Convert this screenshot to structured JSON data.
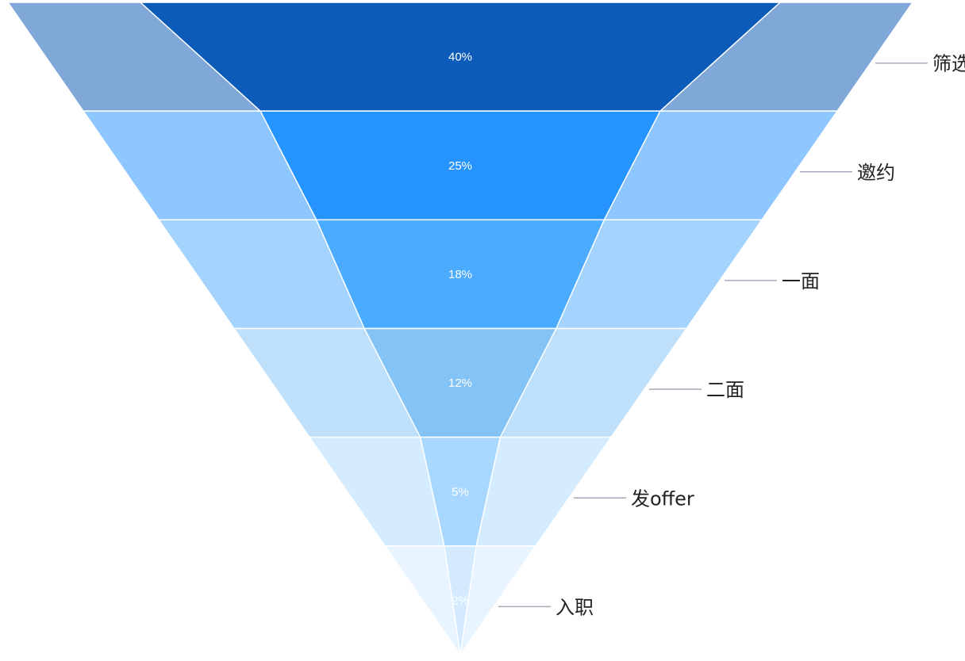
{
  "chart_data": {
    "type": "funnel",
    "categories": [
      "筛选",
      "邀约",
      "一面",
      "二面",
      "发offer",
      "入职"
    ],
    "values": [
      40,
      25,
      18,
      12,
      5,
      2
    ],
    "labels": [
      "40%",
      "25%",
      "18%",
      "12%",
      "5%",
      "2%"
    ],
    "colors": {
      "inner": [
        "#0c5bb8",
        "#2594ff",
        "#4aabff",
        "#84c3f6",
        "#a8d7ff",
        "#d3eaff"
      ],
      "outer": [
        "#7fa8d9",
        "#8ec6ff",
        "#a4d3fe",
        "#bee0fb",
        "#d5ebfe",
        "#e8f4ff"
      ]
    }
  }
}
